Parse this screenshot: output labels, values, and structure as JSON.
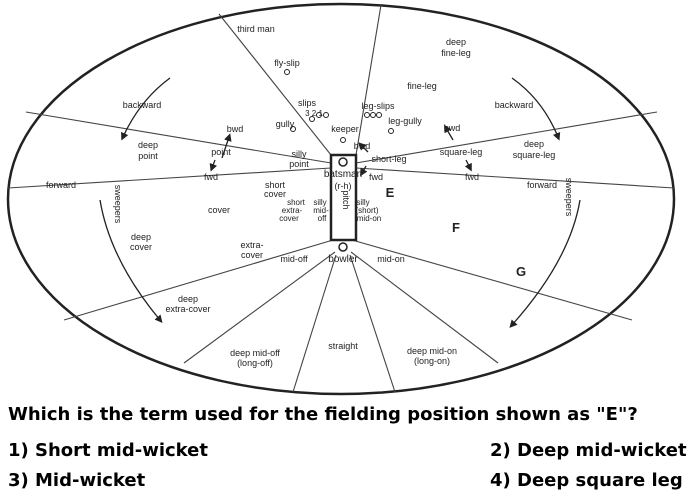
{
  "diagram": {
    "center_labels": {
      "batsman": "batsman",
      "rh": "(r-h)",
      "pitch": "pitch",
      "bowler": "bowler"
    },
    "slip_numbers": "3 2 1",
    "side_labels": {
      "left": "sweepers",
      "right": "sweepers"
    },
    "markers": {
      "E": "E",
      "F": "F",
      "G": "G"
    },
    "positions": {
      "third_man": "third man",
      "deep_fine_leg_1": "deep",
      "deep_fine_leg_2": "fine-leg",
      "fly_slip": "fly-slip",
      "fine_leg": "fine-leg",
      "slips": "slips",
      "leg_slips": "leg-slips",
      "gully": "gully",
      "keeper": "keeper",
      "leg_gully": "leg-gully",
      "backward_off": "backward",
      "backward_leg": "backward",
      "bwd_off": "bwd",
      "bwd_near": "bwd",
      "bwd_leg": "bwd",
      "deep_point_1": "deep",
      "deep_point_2": "point",
      "point": "point",
      "silly_point_1": "silly",
      "silly_point_2": "point",
      "short_leg": "short-leg",
      "square_leg": "square-leg",
      "deep_square_leg_1": "deep",
      "deep_square_leg_2": "square-leg",
      "fwd_off": "fwd",
      "fwd_near": "fwd",
      "fwd_leg": "fwd",
      "forward_off": "forward",
      "forward_leg": "forward",
      "short_cover_1": "short",
      "short_cover_2": "cover",
      "short_extra_cover_1": "short",
      "short_extra_cover_2": "extra-",
      "short_extra_cover_3": "cover",
      "silly_mid_off_1": "silly",
      "silly_mid_off_2": "mid-",
      "silly_mid_off_3": "off",
      "silly_mid_on_1": "silly",
      "silly_mid_on_2": "(short)",
      "silly_mid_on_3": "mid-on",
      "cover": "cover",
      "deep_cover_1": "deep",
      "deep_cover_2": "cover",
      "extra_cover_1": "extra-",
      "extra_cover_2": "cover",
      "mid_off": "mid-off",
      "mid_on": "mid-on",
      "deep_extra_cover_1": "deep",
      "deep_extra_cover_2": "extra-cover",
      "straight": "straight",
      "deep_mid_off_1": "deep mid-off",
      "deep_mid_off_2": "(long-off)",
      "deep_mid_on_1": "deep mid-on",
      "deep_mid_on_2": "(long-on)"
    }
  },
  "question": {
    "text": "Which is the term used for the fielding position shown as \"E\"?",
    "options": [
      "1) Short mid-wicket",
      "2) Deep mid-wicket",
      "3) Mid-wicket",
      "4) Deep square leg"
    ]
  }
}
